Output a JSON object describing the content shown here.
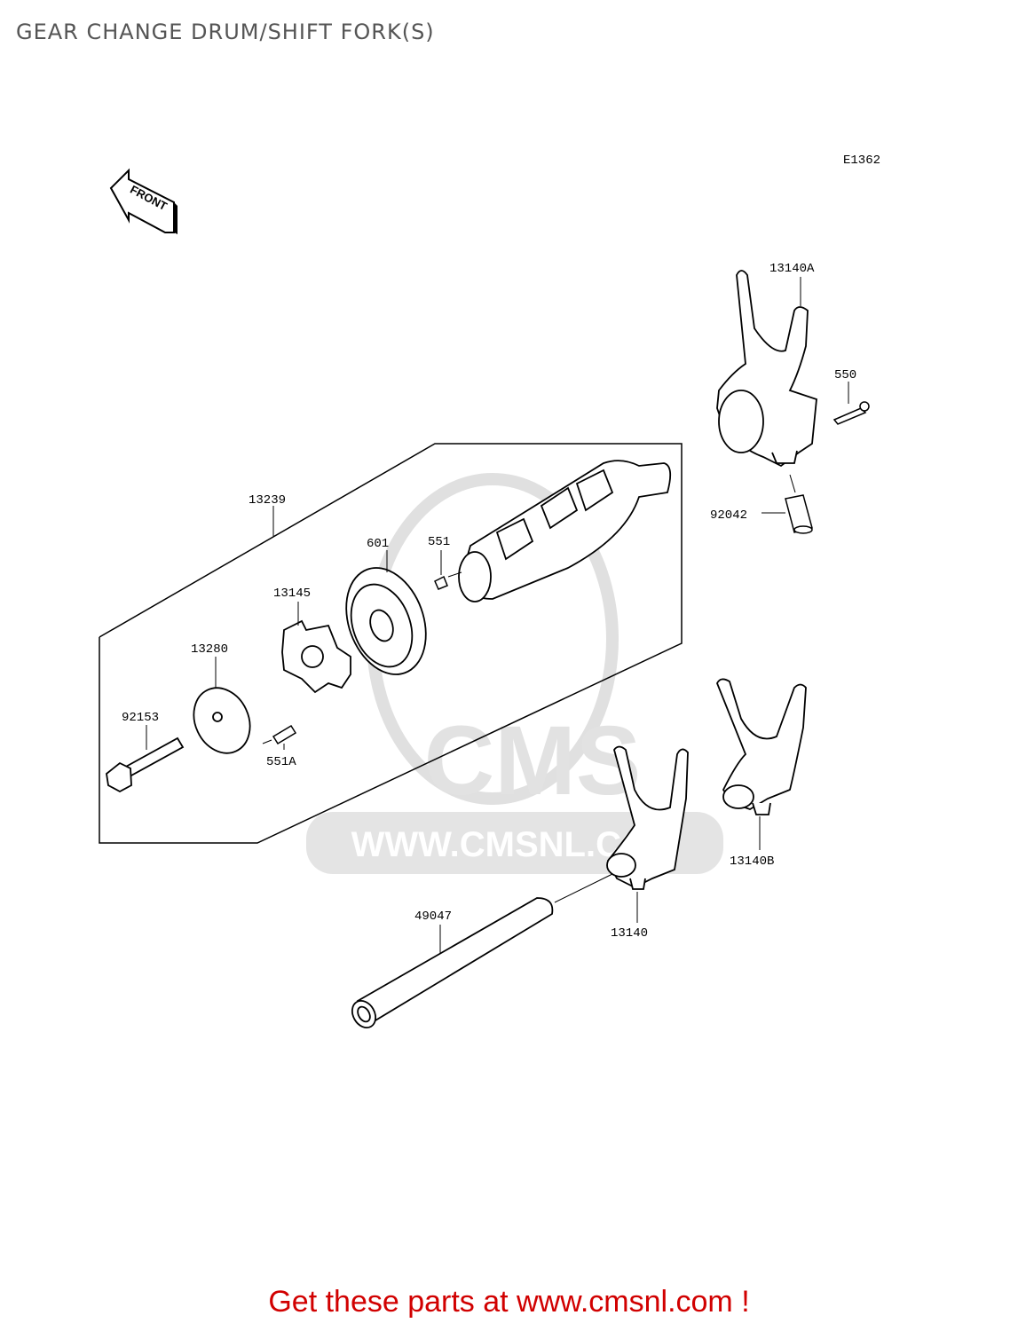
{
  "page": {
    "title": "GEAR CHANGE DRUM/SHIFT FORK(S)",
    "footer": "Get these parts at www.cmsnl.com !"
  },
  "diagram": {
    "code": "E1362",
    "front_marker": "FRONT",
    "watermark": "WWW.CMSNL.COM",
    "watermark_logo": "CMS",
    "parts": {
      "p13140A": "13140A",
      "p550": "550",
      "p92042": "92042",
      "p13239": "13239",
      "p601": "601",
      "p551": "551",
      "p13145": "13145",
      "p13280": "13280",
      "p92153": "92153",
      "p551A": "551A",
      "p13140B": "13140B",
      "p13140": "13140",
      "p49047": "49047"
    }
  },
  "colors": {
    "title": "#555555",
    "footer": "#d10000",
    "line": "#000000",
    "watermark": "#d9d9d9"
  }
}
